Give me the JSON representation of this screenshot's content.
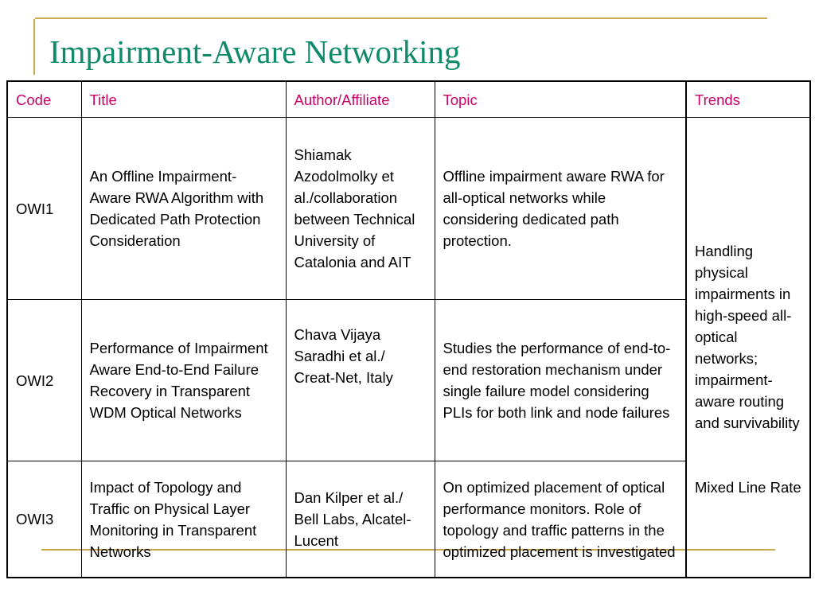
{
  "slide": {
    "title": "Impairment-Aware Networking"
  },
  "table": {
    "headers": [
      "Code",
      "Title",
      "Author/Affiliate",
      "Topic",
      "Trends"
    ],
    "rows": [
      {
        "code": "OWI1",
        "title": "An Offline Impairment-Aware RWA Algorithm with Dedicated Path Protection Consideration",
        "author": "Shiamak Azodolmolky et al./collaboration between Technical University of Catalonia and AIT",
        "topic": "Offline impairment aware RWA for all-optical networks while considering dedicated path protection."
      },
      {
        "code": "OWI2",
        "title": "Performance of Impairment Aware End-to-End Failure Recovery in Transparent WDM Optical Networks",
        "author": "Chava Vijaya Saradhi et al./ Creat-Net, Italy",
        "topic": "Studies the performance of end-to-end restoration mechanism under single failure model considering PLIs for both link and node failures"
      },
      {
        "code": "OWI3",
        "title": "Impact of Topology and Traffic on Physical Layer Monitoring in Transparent Networks",
        "author": "Dan Kilper et al./ Bell Labs, Alcatel-Lucent",
        "topic": "On optimized placement of optical performance monitors. Role of topology and traffic patterns in the optimized placement is investigated"
      }
    ],
    "trends": [
      "Handling physical impairments in high-speed all-optical networks; impairment-aware routing and survivability",
      "Mixed Line Rate"
    ]
  }
}
